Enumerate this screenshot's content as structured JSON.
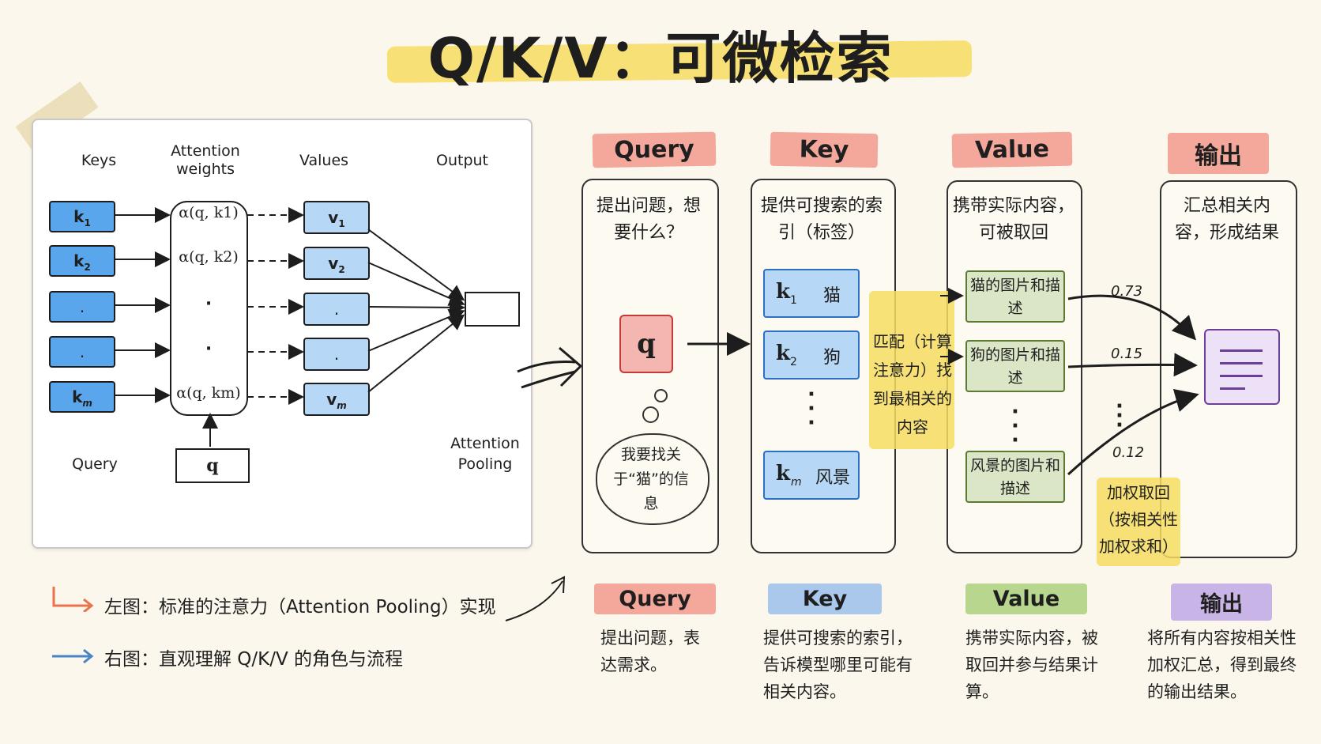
{
  "title": "Q/K/V：可微检索",
  "left_panel": {
    "headers": {
      "keys": "Keys",
      "weights": "Attention weights",
      "values": "Values",
      "output": "Output"
    },
    "keys": [
      "k",
      "k",
      ".",
      ".",
      "k"
    ],
    "key_subs": [
      "1",
      "2",
      "",
      "",
      "m"
    ],
    "weights": [
      "α(q, k",
      "·",
      "·",
      "α(q, k"
    ],
    "weight_full": [
      "α(q, k1)",
      "α(q, k2)",
      "·",
      "·",
      "α(q, km)"
    ],
    "values": [
      "v",
      "v",
      ".",
      ".",
      "v"
    ],
    "value_subs": [
      "1",
      "2",
      "",
      "",
      "m"
    ],
    "query_label": "Query",
    "query_box": "q",
    "pooling_label": "Attention Pooling"
  },
  "columns": {
    "query": {
      "tag": "Query",
      "desc": "提出问题，想要什么？",
      "q": "q",
      "thought": "我要找关于“猫”的信息"
    },
    "key": {
      "tag": "Key",
      "desc": "提供可搜索的索引（标签）",
      "items": [
        {
          "k": "k",
          "sub": "1",
          "label": "猫"
        },
        {
          "k": "k",
          "sub": "2",
          "label": "狗"
        },
        {
          "k": "k",
          "sub": "m",
          "label": "风景"
        }
      ]
    },
    "match_note": "匹配（计算注意力）找到最相关的内容",
    "value": {
      "tag": "Value",
      "desc": "携带实际内容，可被取回",
      "items": [
        "猫的图片和描述",
        "狗的图片和描述",
        "风景的图片和描述"
      ]
    },
    "weights": [
      "0.73",
      "0.15",
      "0.12"
    ],
    "weighted_note": "加权取回（按相关性加权求和）",
    "output": {
      "tag": "输出",
      "desc": "汇总相关内容，形成结果"
    }
  },
  "legend": {
    "left": "左图：标准的注意力（Attention Pooling）实现",
    "right": "右图：直观理解 Q/K/V 的角色与流程"
  },
  "bottom": [
    {
      "tag": "Query",
      "text": "提出问题，表达需求。"
    },
    {
      "tag": "Key",
      "text": "提供可搜索的索引，告诉模型哪里可能有相关内容。"
    },
    {
      "tag": "Value",
      "text": "携带实际内容，被取回并参与结果计算。"
    },
    {
      "tag": "输出",
      "text": "将所有内容按相关性加权汇总，得到最终的输出结果。"
    }
  ],
  "colors": {
    "query": "#f4a79b",
    "key": "#f4a79b",
    "value": "#f4a79b",
    "output": "#f4a79b",
    "blue_tag": "#a9c8ec",
    "green_tag": "#b9d68f",
    "purple_tag": "#c8b4e6",
    "yellow": "#f6dd62",
    "key_blue": "#4a9ee8"
  }
}
